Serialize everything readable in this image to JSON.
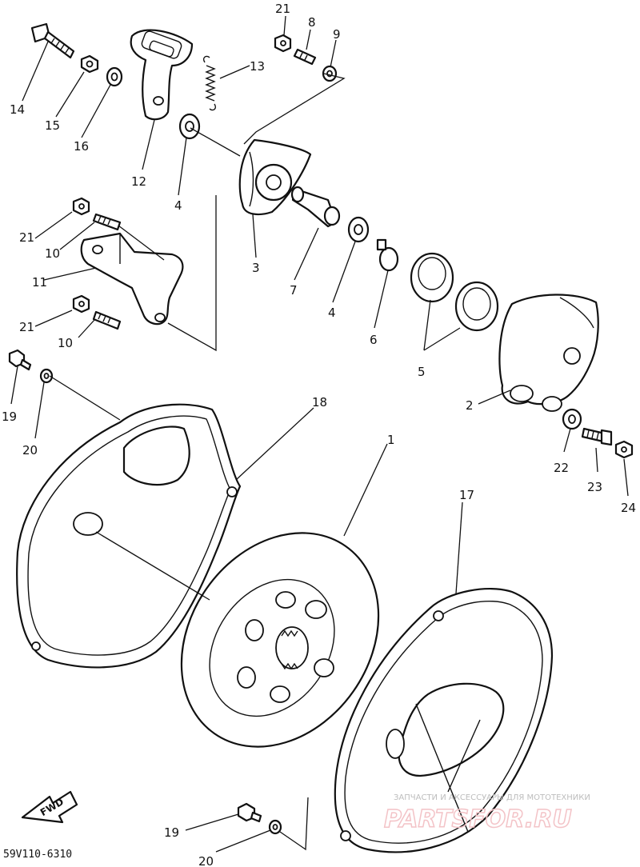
{
  "diagram": {
    "callouts": [
      {
        "id": "c21a",
        "text": "21"
      },
      {
        "id": "c8",
        "text": "8"
      },
      {
        "id": "c9",
        "text": "9"
      },
      {
        "id": "c13",
        "text": "13"
      },
      {
        "id": "c14",
        "text": "14"
      },
      {
        "id": "c15",
        "text": "15"
      },
      {
        "id": "c16",
        "text": "16"
      },
      {
        "id": "c12",
        "text": "12"
      },
      {
        "id": "c4a",
        "text": "4"
      },
      {
        "id": "c3",
        "text": "3"
      },
      {
        "id": "c7",
        "text": "7"
      },
      {
        "id": "c4b",
        "text": "4"
      },
      {
        "id": "c6",
        "text": "6"
      },
      {
        "id": "c5",
        "text": "5"
      },
      {
        "id": "c2",
        "text": "2"
      },
      {
        "id": "c21b",
        "text": "21"
      },
      {
        "id": "c10a",
        "text": "10"
      },
      {
        "id": "c11",
        "text": "11"
      },
      {
        "id": "c21c",
        "text": "21"
      },
      {
        "id": "c10b",
        "text": "10"
      },
      {
        "id": "c19a",
        "text": "19"
      },
      {
        "id": "c20a",
        "text": "20"
      },
      {
        "id": "c18",
        "text": "18"
      },
      {
        "id": "c1",
        "text": "1"
      },
      {
        "id": "c17",
        "text": "17"
      },
      {
        "id": "c22",
        "text": "22"
      },
      {
        "id": "c23",
        "text": "23"
      },
      {
        "id": "c24",
        "text": "24"
      },
      {
        "id": "c19b",
        "text": "19"
      },
      {
        "id": "c20b",
        "text": "20"
      }
    ],
    "fwd_label": "FWD",
    "drawing_code": "59V110-6310"
  },
  "watermark": {
    "tagline": "ЗАПЧАСТИ И АКСЕССУАРЫ ДЛЯ МОТОТЕХНИКИ",
    "logo": "PARTSFOR.RU"
  }
}
